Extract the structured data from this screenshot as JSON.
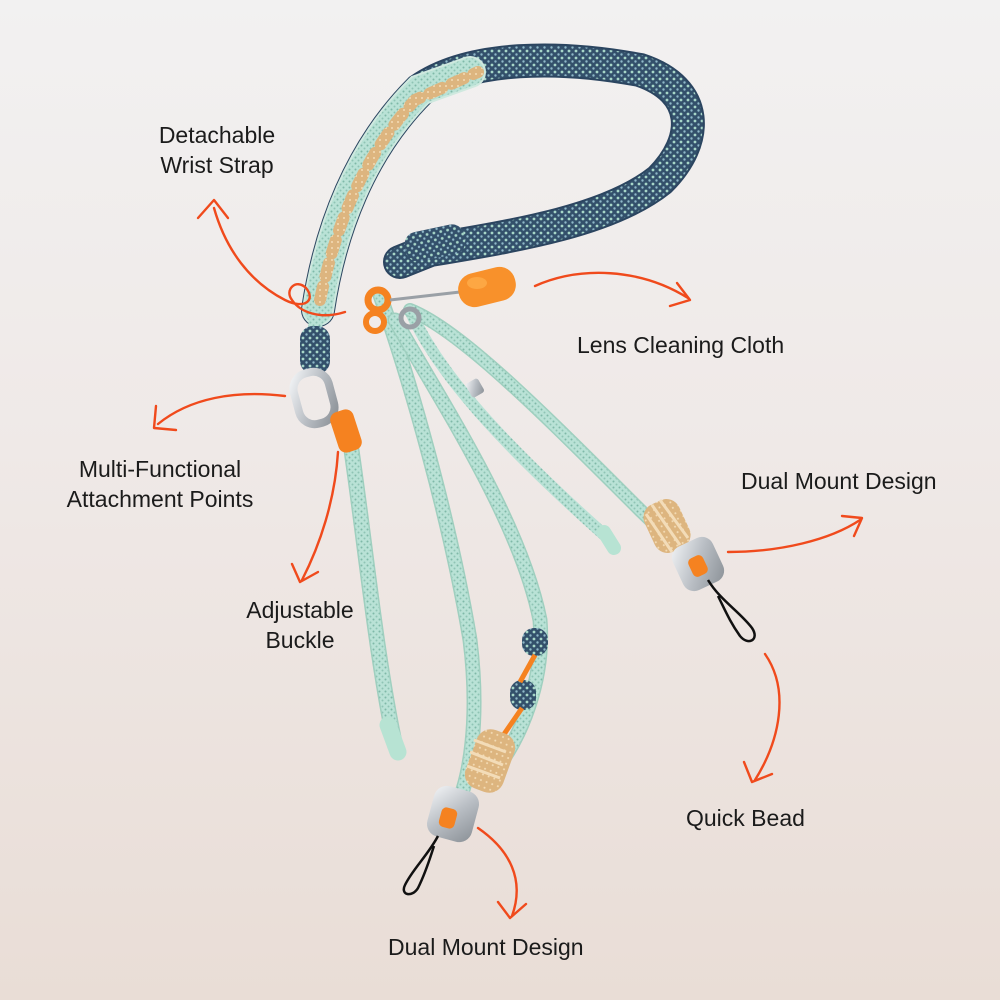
{
  "callouts": {
    "wrist_strap": {
      "line1": "Detachable",
      "line2": "Wrist Strap"
    },
    "lens_cloth": {
      "text": "Lens Cleaning Cloth"
    },
    "attachment_points": {
      "line1": "Multi-Functional",
      "line2": "Attachment Points"
    },
    "dual_mount_right": {
      "text": "Dual Mount Design"
    },
    "adjustable_buckle": {
      "line1": "Adjustable",
      "line2": "Buckle"
    },
    "quick_bead": {
      "text": "Quick Bead"
    },
    "dual_mount_bottom": {
      "text": "Dual Mount Design"
    }
  },
  "colors": {
    "annotation_arrow": "#f04a1c",
    "cord_mint": "#a9d6c8",
    "cord_navy": "#2f4d66",
    "accent_orange": "#f58220",
    "tan_knot": "#d9b07a",
    "metal": "#c8ccd0",
    "text": "#1b1b1b"
  },
  "icons": {
    "arrow": "curved-hand-drawn-arrow-icon"
  }
}
